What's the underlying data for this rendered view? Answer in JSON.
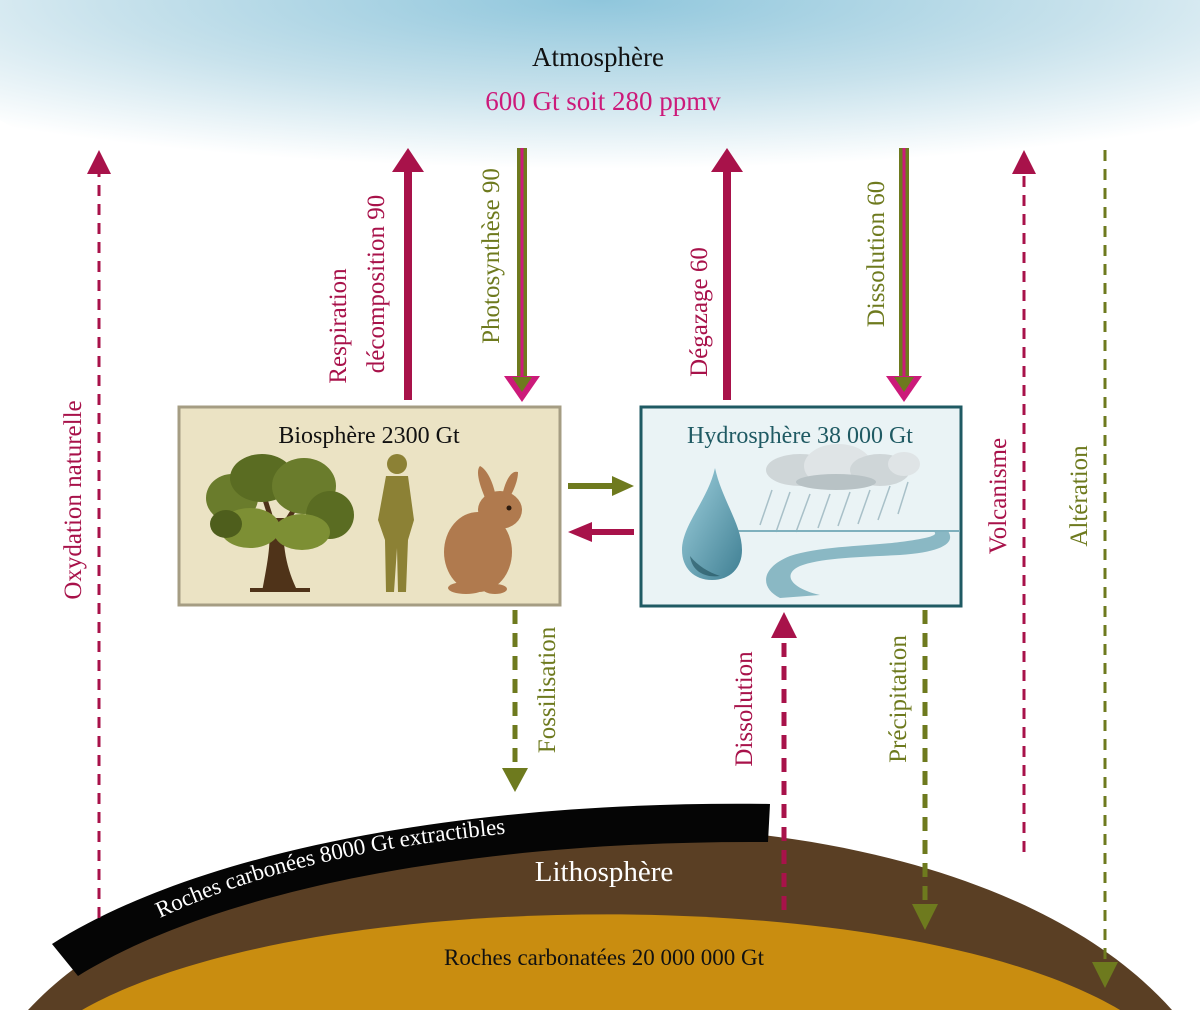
{
  "atmosphere": {
    "title": "Atmosphère",
    "amount": "600 Gt soit 280 ppmv"
  },
  "biosphere": {
    "title": "Biosphère 2300 Gt"
  },
  "hydrosphere": {
    "title": "Hydrosphère 38 000 Gt"
  },
  "lithosphere": {
    "title": "Lithosphère",
    "carbon_rocks": "Roches carbonées 8000 Gt extractibles",
    "carbonate_rocks": "Roches carbonatées 20 000 000 Gt"
  },
  "fluxes": {
    "oxidation": "Oxydation naturelle",
    "respiration_1": "Respiration",
    "respiration_2": "décomposition 90",
    "photosynthesis": "Photosynthèse 90",
    "degassing": "Dégazage 60",
    "dissolution_atm": "Dissolution 60",
    "volcanism": "Volcanisme",
    "weathering": "Altération",
    "fossilisation": "Fossilisation",
    "dissolution_litho": "Dissolution",
    "precipitation": "Précipitation"
  },
  "colors": {
    "crimson": "#a8124a",
    "olive": "#6e7a1e",
    "magenta": "#cc1a7a",
    "sky": "#a9d3e3",
    "bio_box": "#ebe3c4",
    "hydro_box": "#eaf3f5",
    "earth_dark": "#5a3f24",
    "earth_light": "#c98d10"
  }
}
